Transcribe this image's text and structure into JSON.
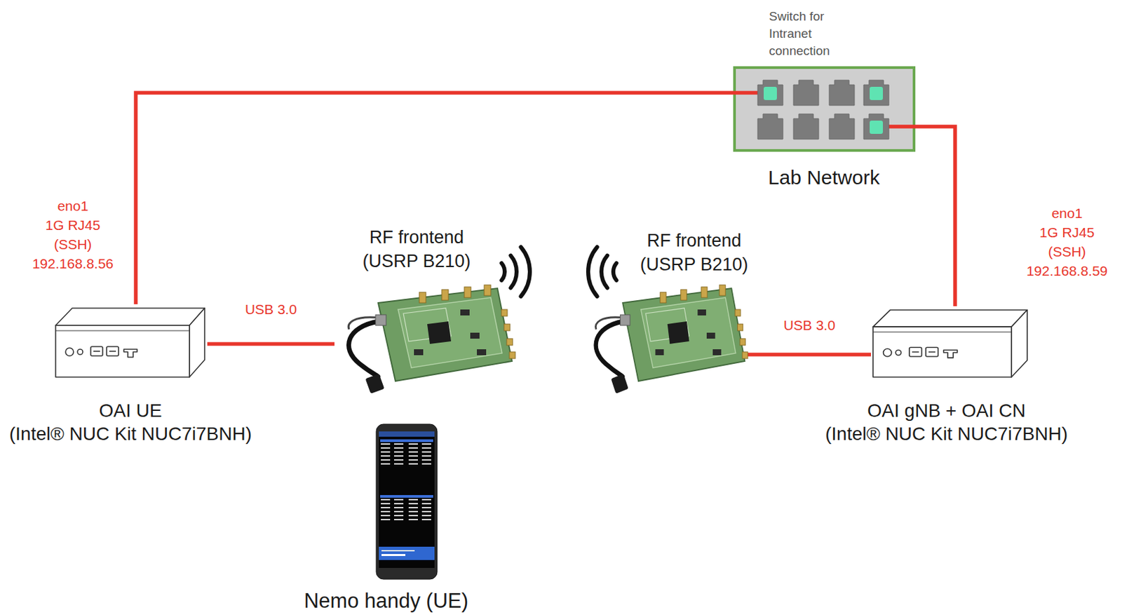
{
  "diagram": {
    "nodes": [
      {
        "text": [
          "Switch for Intranet connection",
          "Lab Network"
        ]
      },
      {
        "text": [
          "OAI UE",
          "(Intel® NUC Kit NUC7i7BNH)"
        ]
      },
      {
        "text": [
          "RF frontend",
          "(USRP B210)"
        ]
      },
      {
        "text": [
          "RF frontend",
          "(USRP B210)"
        ]
      },
      {
        "text": [
          "OAI gNB + OAI CN",
          "(Intel® NUC Kit NUC7i7BNH)"
        ]
      },
      {
        "text": [
          "Nemo handy (UE)"
        ]
      }
    ],
    "edges": [
      {
        "from": 1,
        "to": 0,
        "arrow": "none"
      },
      {
        "from": 4,
        "to": 0,
        "arrow": "none"
      },
      {
        "from": 1,
        "to": 2,
        "label": "USB 3.0",
        "arrow": "none"
      },
      {
        "from": 3,
        "to": 4,
        "label": "USB 3.0",
        "arrow": "none"
      }
    ],
    "labels": [
      "eno1",
      "1G RJ45",
      "(SSH)",
      "192.168.8.56",
      "eno1",
      "1G RJ45",
      "(SSH)",
      "192.168.8.59"
    ]
  }
}
